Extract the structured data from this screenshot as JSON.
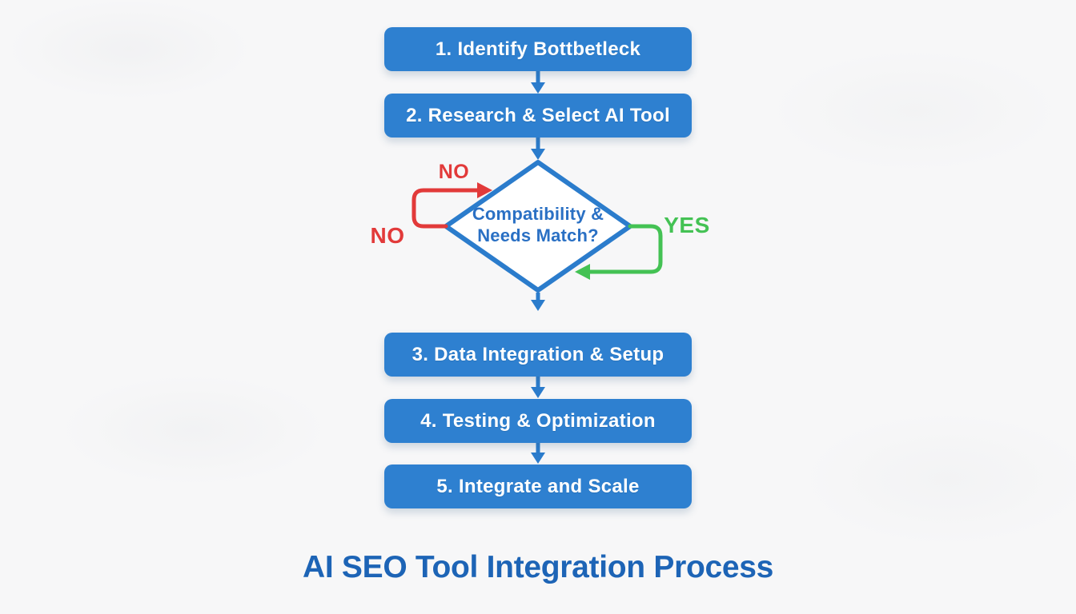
{
  "colors": {
    "box_blue": "#2e80d0",
    "line_blue": "#2b7ccc",
    "diamond_text": "#2a70c4",
    "title_blue": "#1d64b6",
    "no_red": "#e23a3a",
    "yes_green": "#44c254",
    "box_text": "#ffffff",
    "background": "#f7f7f8"
  },
  "flowchart": {
    "title": "AI SEO Tool Integration Process",
    "steps": [
      {
        "label": "1. Identify Bottbetleck"
      },
      {
        "label": "2. Research & Select AI Tool"
      },
      {
        "label": "3. Data Integration & Setup"
      },
      {
        "label": "4. Testing & Optimization"
      },
      {
        "label": "5. Integrate and Scale"
      }
    ],
    "decision": {
      "line1": "Compatibility &",
      "line2": "Needs Match?"
    },
    "branch_labels": {
      "no_top": "NO",
      "no_left": "NO",
      "yes": "YES"
    }
  }
}
